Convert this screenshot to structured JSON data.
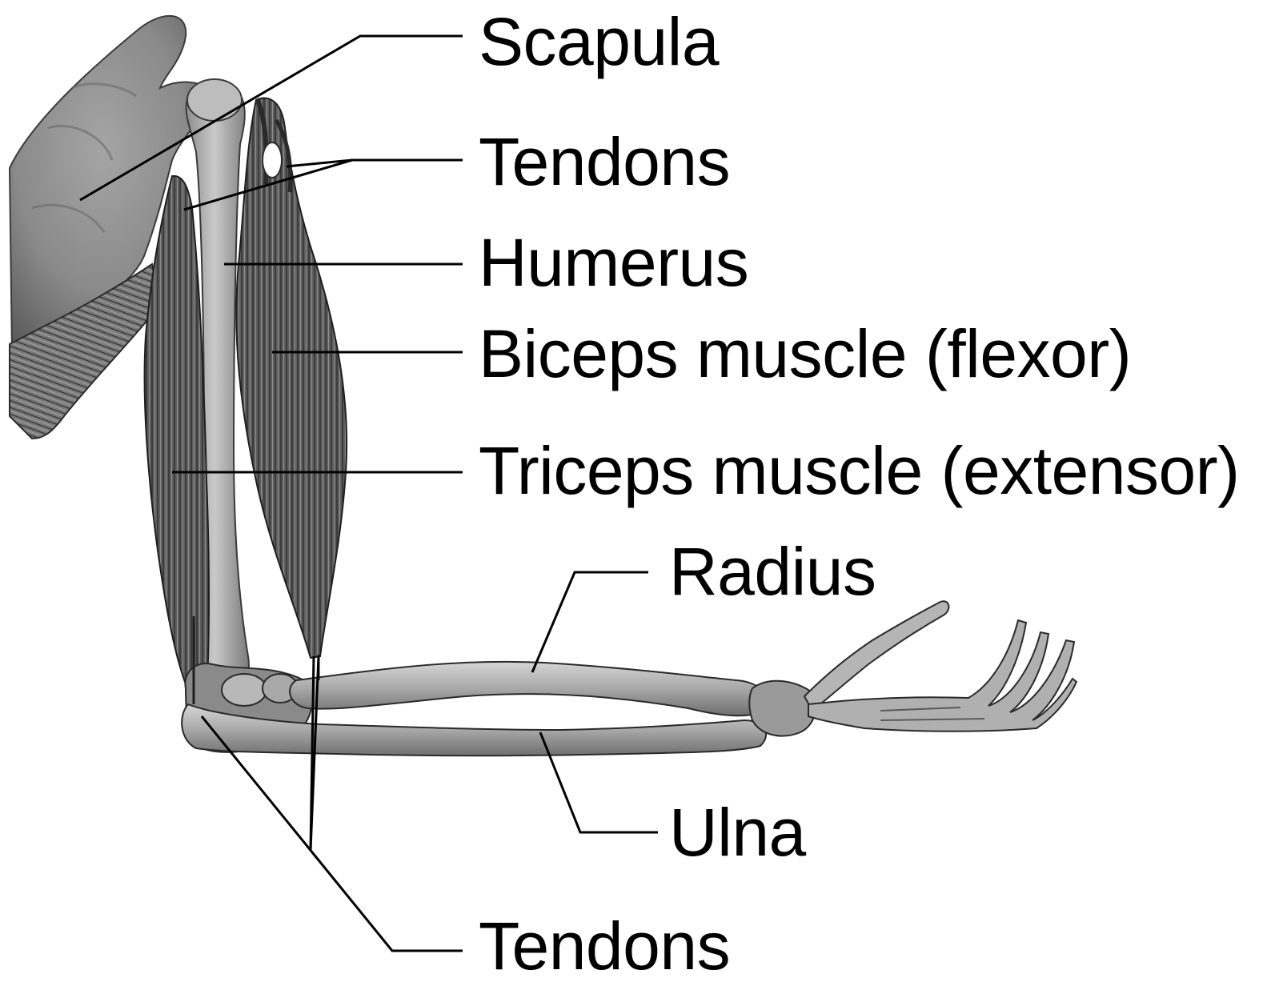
{
  "labels": {
    "scapula": "Scapula",
    "tendons_upper": "Tendons",
    "humerus": "Humerus",
    "biceps": "Biceps muscle (flexor)",
    "triceps": "Triceps muscle (extensor)",
    "radius": "Radius",
    "ulna": "Ulna",
    "tendons_lower": "Tendons"
  },
  "colors": {
    "ink": "#000000",
    "bone_light": "#bdbdbd",
    "bone_dark": "#8a8a8a",
    "muscle": "#6e6e6e",
    "scapula": "#9a9a9a"
  }
}
